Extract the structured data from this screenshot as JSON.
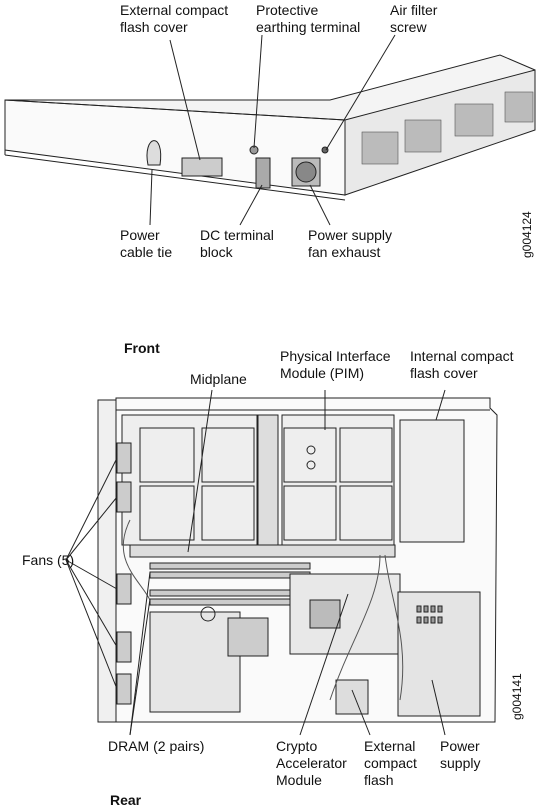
{
  "figure_top": {
    "labels": {
      "external_cf_cover": "External compact\nflash cover",
      "earthing_terminal": "Protective\nearthing terminal",
      "air_filter_screw": "Air filter\nscrew",
      "power_cable_tie": "Power\ncable tie",
      "dc_terminal_block": "DC terminal\nblock",
      "psu_fan_exhaust": "Power supply\nfan exhaust"
    },
    "figure_id": "g004124"
  },
  "figure_bottom": {
    "front": "Front",
    "rear": "Rear",
    "labels": {
      "midplane": "Midplane",
      "pim": "Physical Interface\nModule (PIM)",
      "internal_cf_cover": "Internal compact\nflash cover",
      "fans": "Fans (5)",
      "dram": "DRAM (2 pairs)",
      "crypto": "Crypto\nAccelerator\nModule",
      "external_cf": "External\ncompact\nflash",
      "power_supply": "Power\nsupply"
    },
    "figure_id": "g004141"
  }
}
